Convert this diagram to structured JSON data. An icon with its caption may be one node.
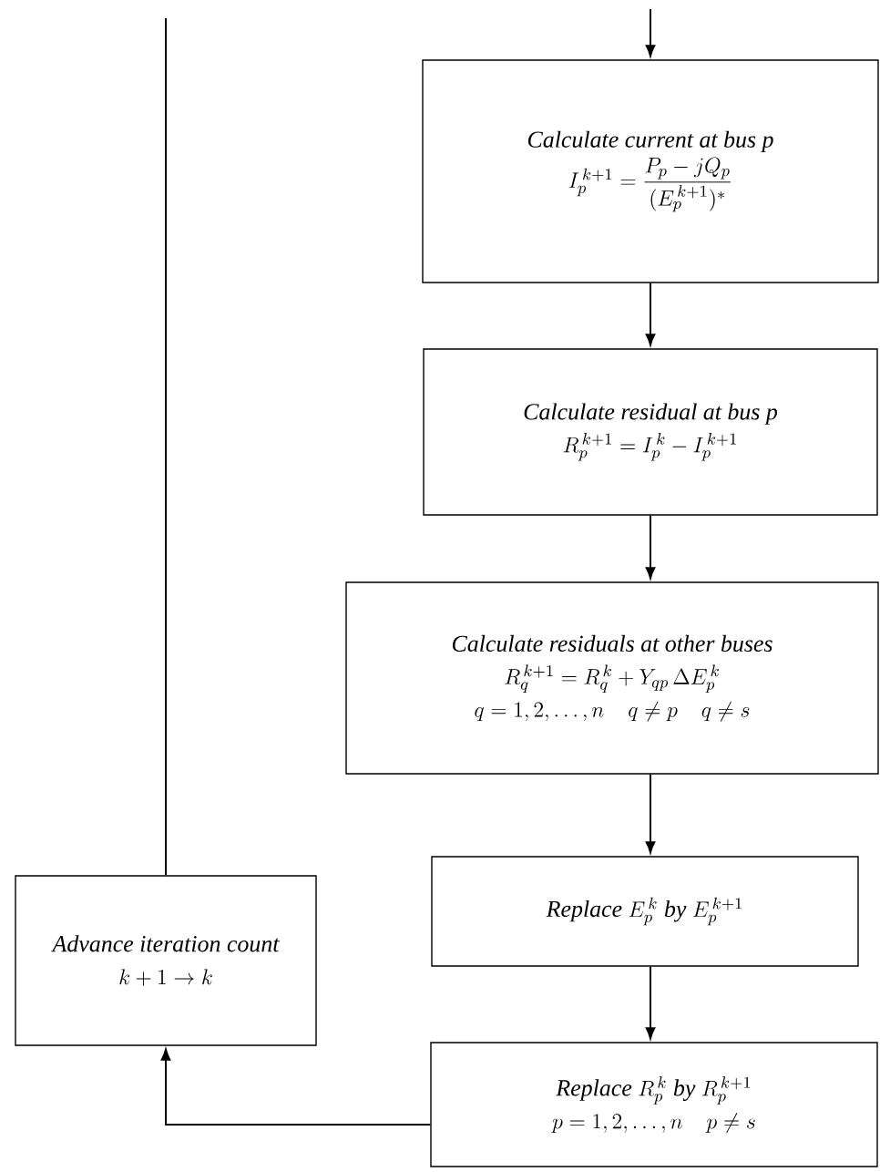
{
  "diagram": {
    "nodes": [
      {
        "text": [
          "Calculate current at bus p",
          "I_p^{\\,k+1} = \\dfrac{P_p - jQ_p}{(E_p^{\\,k+1})^{*}}"
        ]
      },
      {
        "text": [
          "Calculate residual at bus p",
          "R_p^{\\,k+1} = I_p^{\\,k} - I_p^{\\,k+1}"
        ]
      },
      {
        "text": [
          "Calculate residuals at other buses",
          "R_q^{\\,k+1} = R_q^{\\,k} + Y_{qp}\\,\\Delta E_p^{\\,k}",
          "q = 1, 2, \\ldots, n \\quad q \\neq p \\quad q \\neq s"
        ]
      },
      {
        "text": [
          "\\textit{Replace } E_p^{\\,k} \\textit{ by } E_p^{\\,k+1}"
        ]
      },
      {
        "text": [
          "\\textit{Replace } R_p^{\\,k} \\textit{ by } R_p^{\\,k+1}",
          "p = 1, 2, \\ldots, n \\quad p \\neq s"
        ]
      },
      {
        "text": [
          "Advance iteration count",
          "k+1 \\rightarrow k"
        ]
      }
    ],
    "edges": [
      {
        "from": null,
        "to": 0,
        "arrow": "to"
      },
      {
        "from": 0,
        "to": 1,
        "arrow": "to"
      },
      {
        "from": 1,
        "to": 2,
        "arrow": "to"
      },
      {
        "from": 2,
        "to": 3,
        "arrow": "to"
      },
      {
        "from": 3,
        "to": 4,
        "arrow": "to"
      },
      {
        "from": 4,
        "to": 5,
        "arrow": "to"
      },
      {
        "from": 5,
        "to": null,
        "arrow": "none"
      }
    ]
  }
}
